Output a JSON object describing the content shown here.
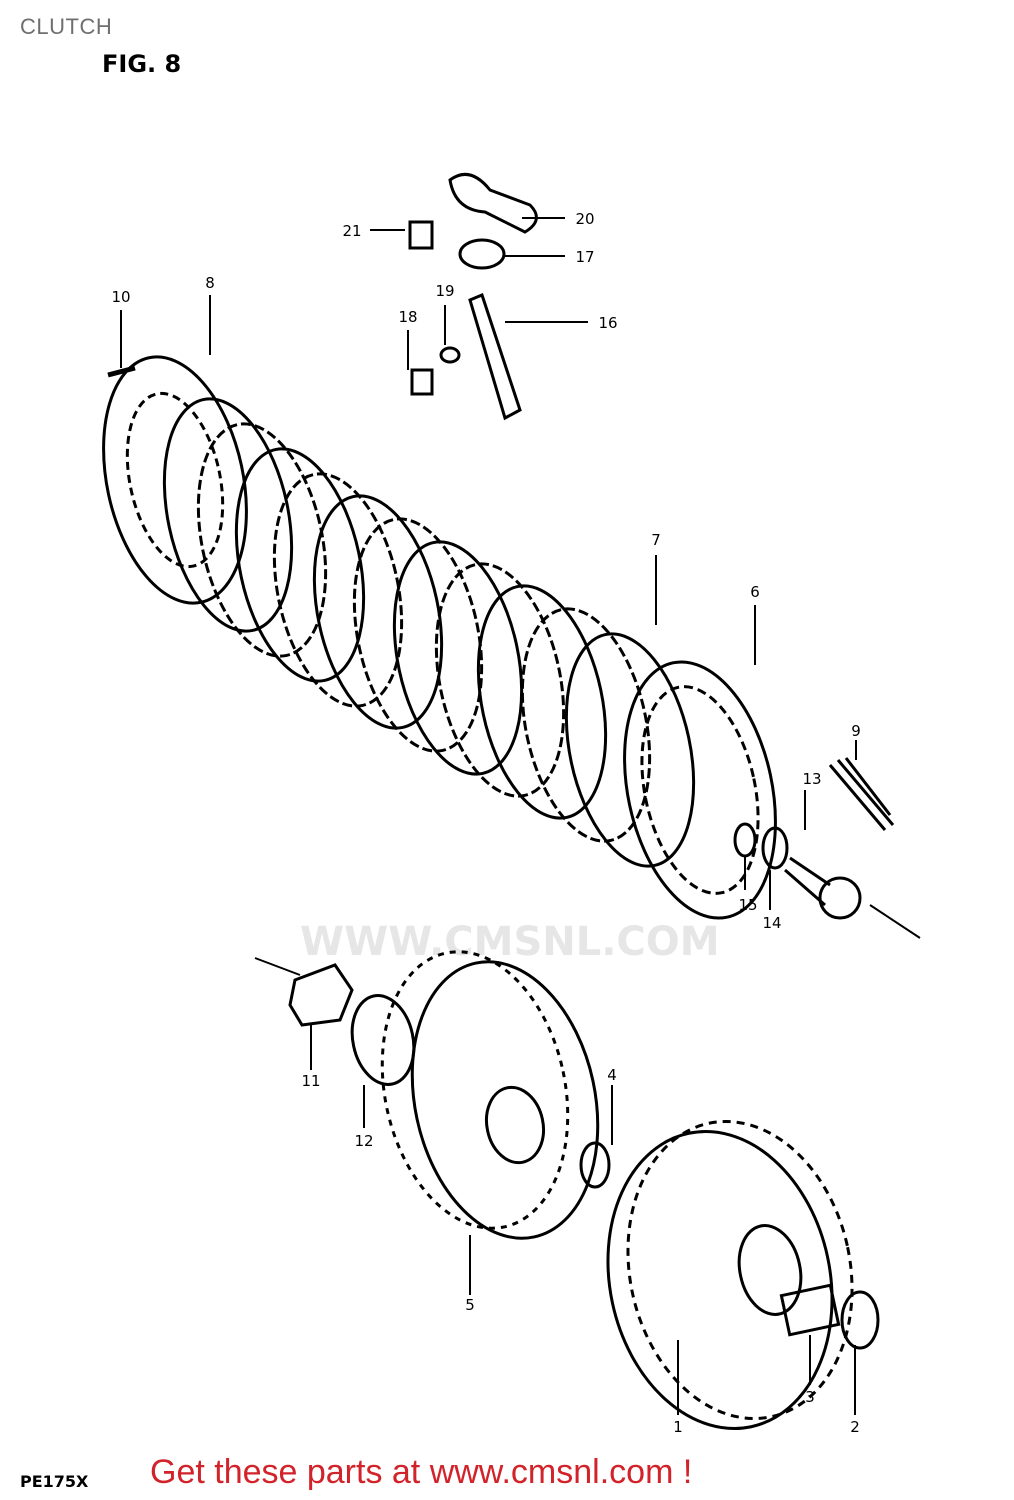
{
  "header": {
    "title": "CLUTCH",
    "figure": "FIG. 8"
  },
  "footer": {
    "model": "PE175X",
    "link_text": "Get these parts at www.cmsnl.com !"
  },
  "watermark": {
    "text": "WWW.CMSNL.COM"
  },
  "part_labels": [
    "1",
    "2",
    "3",
    "4",
    "5",
    "6",
    "7",
    "8",
    "9",
    "10",
    "11",
    "12",
    "13",
    "14",
    "15",
    "16",
    "17",
    "18",
    "19",
    "20",
    "21"
  ],
  "colors": {
    "ink": "#000000",
    "link": "#d2232a",
    "title": "#6f6f6f",
    "watermark": "#e6e6e6"
  }
}
